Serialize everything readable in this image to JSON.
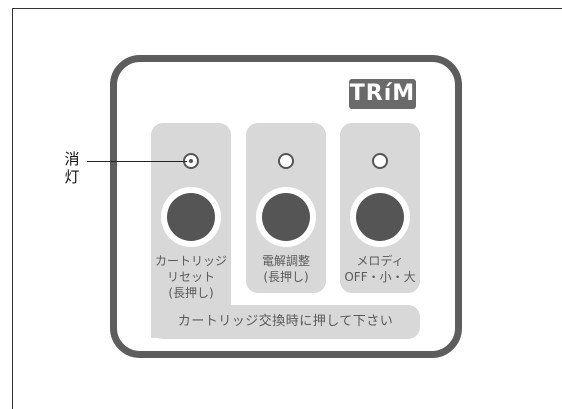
{
  "logo": {
    "text": "TRíM"
  },
  "callout": {
    "line1": "消",
    "line2": "灯"
  },
  "buttons": [
    {
      "label_lines": [
        "カートリッジ",
        "リセット",
        "(長押し)"
      ]
    },
    {
      "label_lines": [
        "電解調整",
        "(長押し)"
      ]
    },
    {
      "label_lines": [
        "メロディ",
        "OFF・小・大"
      ]
    }
  ],
  "notice": "カートリッジ交換時に押して下さい",
  "colors": {
    "panel_border": "#5d5d5d",
    "slot_bg": "#d8d8d8",
    "button": "#555555",
    "logo_bg": "#6a6a6a",
    "text": "#5a5a5a"
  }
}
